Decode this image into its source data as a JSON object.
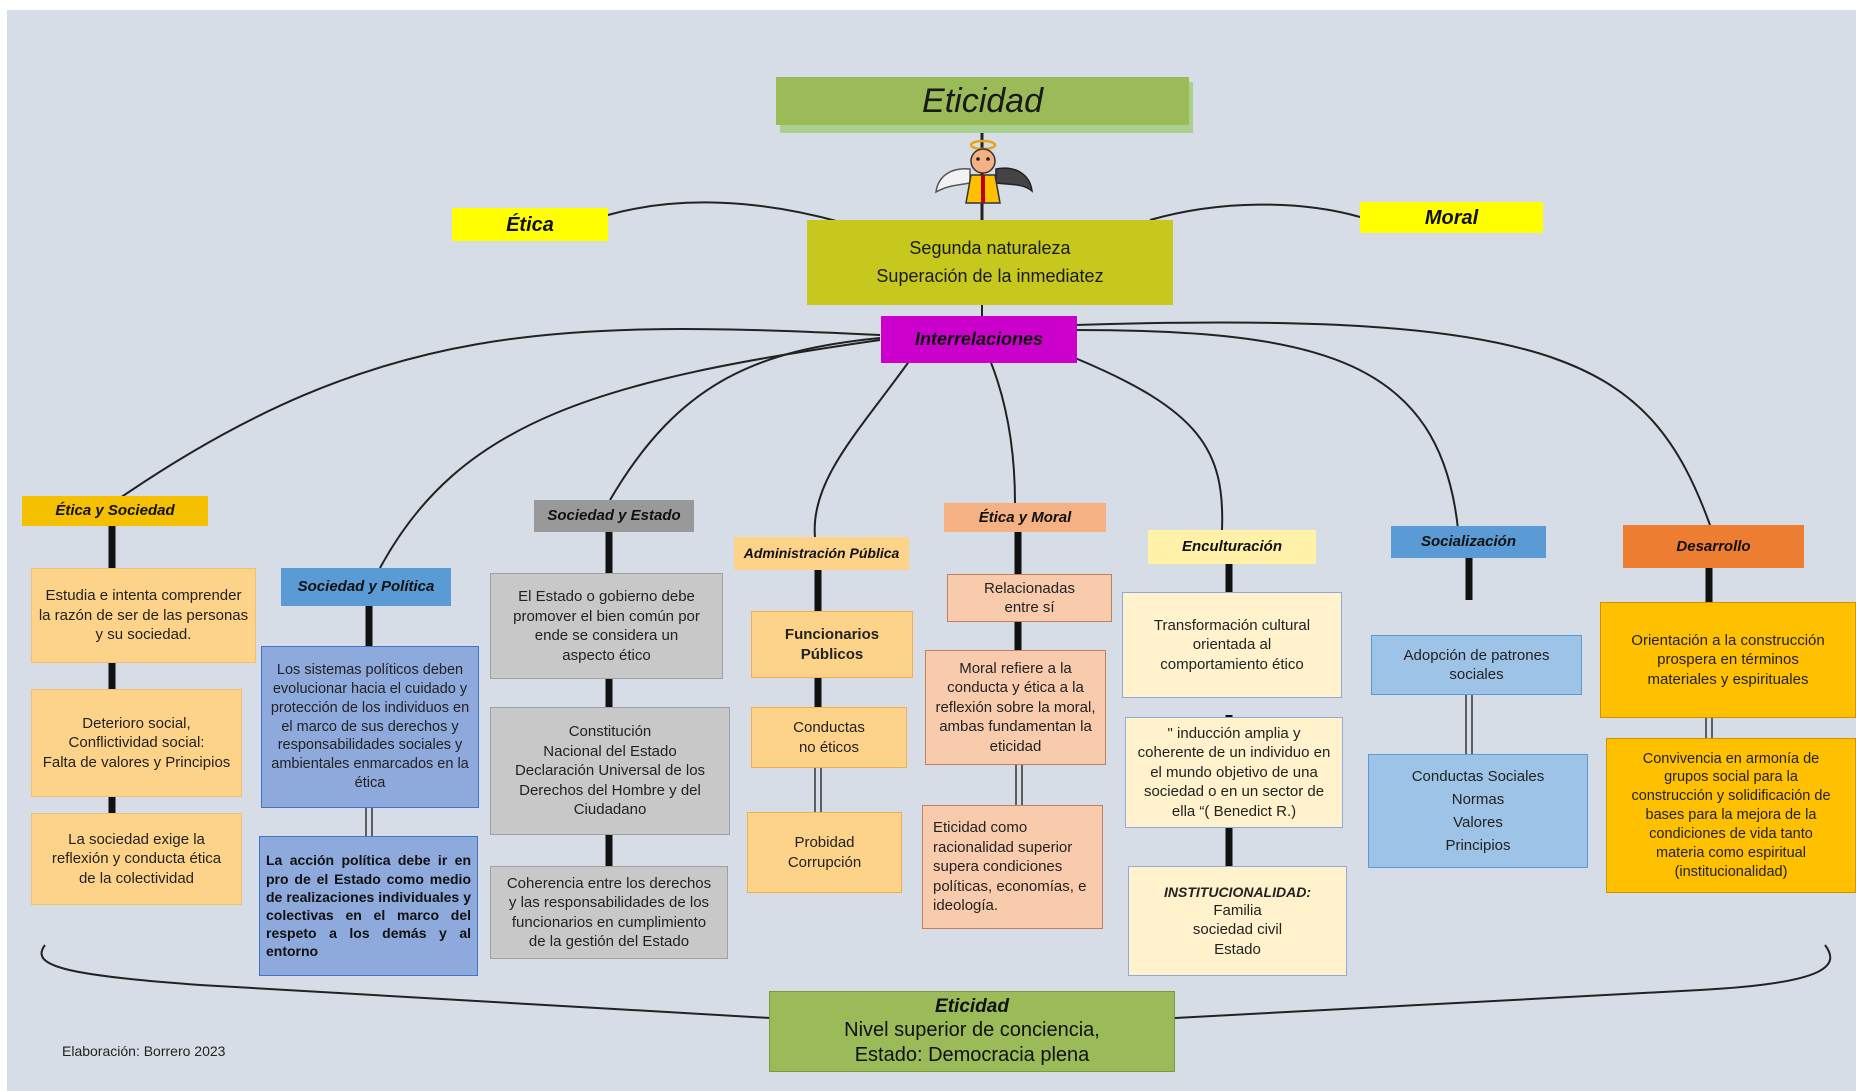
{
  "title": "Eticidad",
  "top_labels": {
    "left": "Ética",
    "right": "Moral"
  },
  "center": {
    "line1": "Segunda  naturaleza",
    "line2": "Superación de  la inmediatez",
    "hub": "Interrelaciones"
  },
  "columns": [
    {
      "header": "Ética y Sociedad",
      "items": [
        "Estudia e intenta comprender\nla razón de ser de las personas\ny su sociedad.",
        "Deterioro social,\nConflictividad social:\nFalta de valores y Principios",
        "La sociedad exige la\nreflexión y conducta ética\nde la colectividad"
      ]
    },
    {
      "header": "Sociedad  y Política",
      "items": [
        "Los sistemas políticos deben evolucionar hacia el cuidado y protección de los individuos en el marco de sus derechos y responsabilidades  sociales y ambientales enmarcados en la ética",
        "La acción política debe ir en pro de el Estado como medio de realizaciones individuales y colectivas en el marco del respeto a los demás y al entorno"
      ]
    },
    {
      "header": "Sociedad y Estado",
      "items": [
        "El Estado o gobierno debe\npromover el bien común por\nende se considera un\naspecto ético",
        "Constitución\nNacional del Estado\nDeclaración Universal de los\nDerechos del Hombre y del\nCiudadano",
        "Coherencia entre los derechos\ny las responsabilidades de los\nfuncionarios en cumplimiento\nde la gestión del Estado"
      ]
    },
    {
      "header": "Administración  Pública",
      "items": [
        "Funcionarios\nPúblicos",
        "Conductas\nno  éticos",
        "Probidad\nCorrupción"
      ]
    },
    {
      "header": "Ética y Moral",
      "items": [
        "Relacionadas\nentre sí",
        "Moral refiere a la\nconducta y ética a la\nreflexión sobre la moral,\nambas fundamentan la\neticidad",
        "Eticidad como racionalidad superior supera condiciones políticas, economías, e ideología."
      ]
    },
    {
      "header": "Enculturación",
      "items": [
        "Transformación cultural\norientada al\ncomportamiento ético",
        "\" inducción amplia y\ncoherente de un individuo en\nel mundo objetivo de una\nsociedad o en un sector de\nella “( Benedict R.)",
        "INSTITUCIONALIDAD:",
        "Familia\nsociedad civil\nEstado"
      ]
    },
    {
      "header": "Socialización",
      "items": [
        "Adopción de patrones\nsociales",
        "Conductas Sociales\nNormas\nValores\nPrincipios"
      ]
    },
    {
      "header": "Desarrollo",
      "items": [
        "Orientación a  la construcción\nprospera en términos\nmateriales y espirituales",
        "Convivencia en armonía de\ngrupos social para la\nconstrucción y solidificación de\nbases para la mejora de la\ncondiciones de vida tanto\nmateria como espiritual\n(institucionalidad)"
      ]
    }
  ],
  "bottom": {
    "title": "Eticidad",
    "line1": "Nivel superior  de conciencia,",
    "line2": "Estado:  Democracia plena"
  },
  "credit": "Elaboración:  Borrero  2023",
  "colors": {
    "background": "#d6dde6",
    "title_green": "#9bbb59",
    "yellow": "#ffff00",
    "olive": "#c7c81e",
    "magenta": "#cc00cc",
    "orange_header": "#f5c000",
    "light_orange": "#fdd38a",
    "blue_header": "#5b9bd5",
    "blue_box": "#8ea9db",
    "gray_header": "#999999",
    "gray_box": "#c8c8c8",
    "salmon_header": "#f4b183",
    "salmon_box": "#f8cbad",
    "cream": "#fff2cc",
    "light_blue": "#9dc3e6",
    "dark_orange": "#ed7d31",
    "amber": "#ffc000"
  },
  "icons": [
    "angel-demon-icon"
  ]
}
